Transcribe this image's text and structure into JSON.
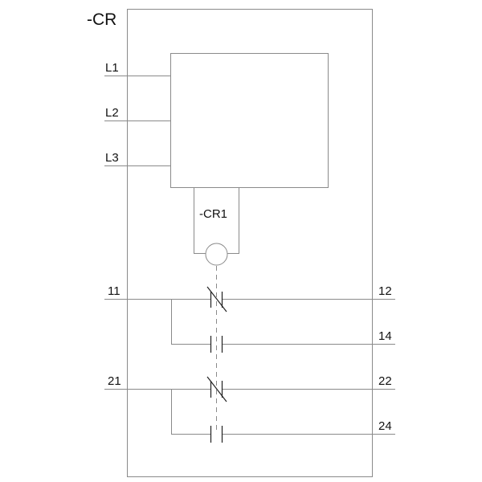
{
  "device": {
    "designation": "-CR",
    "coil_label": "-CR1"
  },
  "inputs": [
    "L1",
    "L2",
    "L3"
  ],
  "contacts": [
    {
      "common": "11",
      "nc": "12",
      "no": "14"
    },
    {
      "common": "21",
      "nc": "22",
      "no": "24"
    }
  ]
}
